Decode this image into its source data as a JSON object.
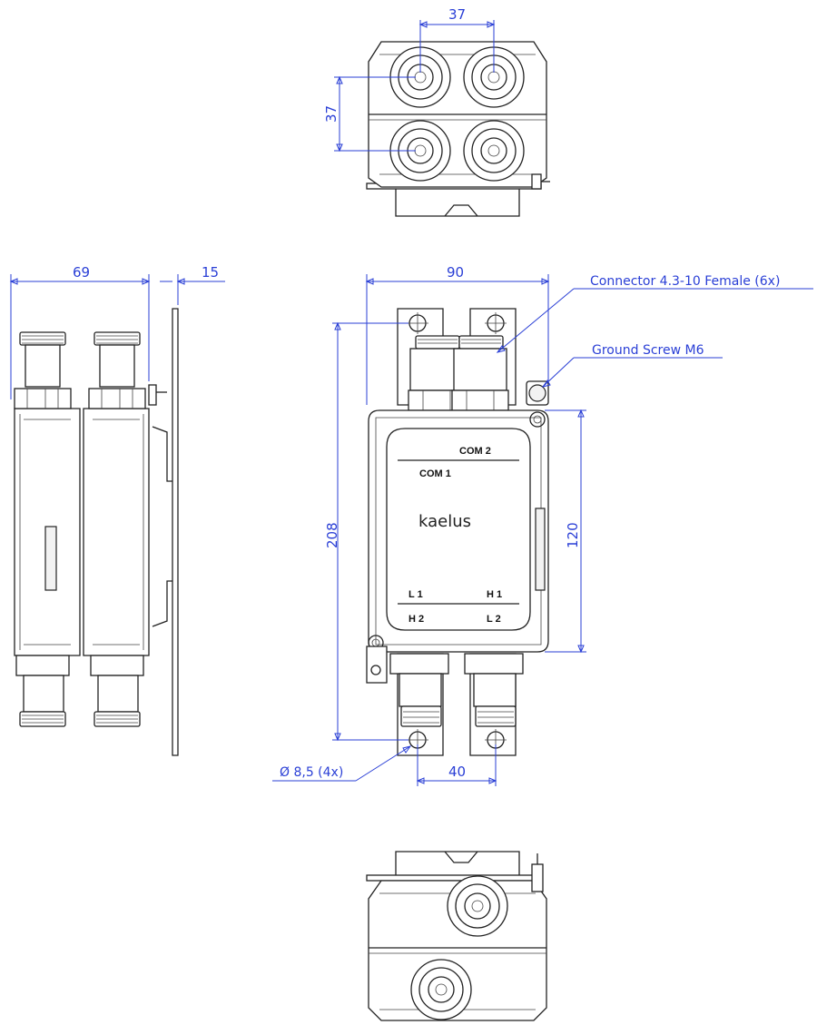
{
  "dimensions": {
    "top_width": "37",
    "top_height": "37",
    "side_width": "69",
    "side_offset": "15",
    "front_width": "90",
    "front_height": "208",
    "front_body_height": "120",
    "hole_spacing": "40",
    "hole_diameter": "Ø 8,5 (4x)"
  },
  "callouts": {
    "connector": "Connector 4.3-10 Female (6x)",
    "ground_screw": "Ground Screw M6"
  },
  "ports": {
    "com1": "COM 1",
    "com2": "COM 2",
    "l1": "L 1",
    "h1": "H 1",
    "h2": "H 2",
    "l2": "L 2"
  },
  "brand": "kaelus",
  "colors": {
    "dimension": "#2a3fd6",
    "outline": "#222222"
  }
}
